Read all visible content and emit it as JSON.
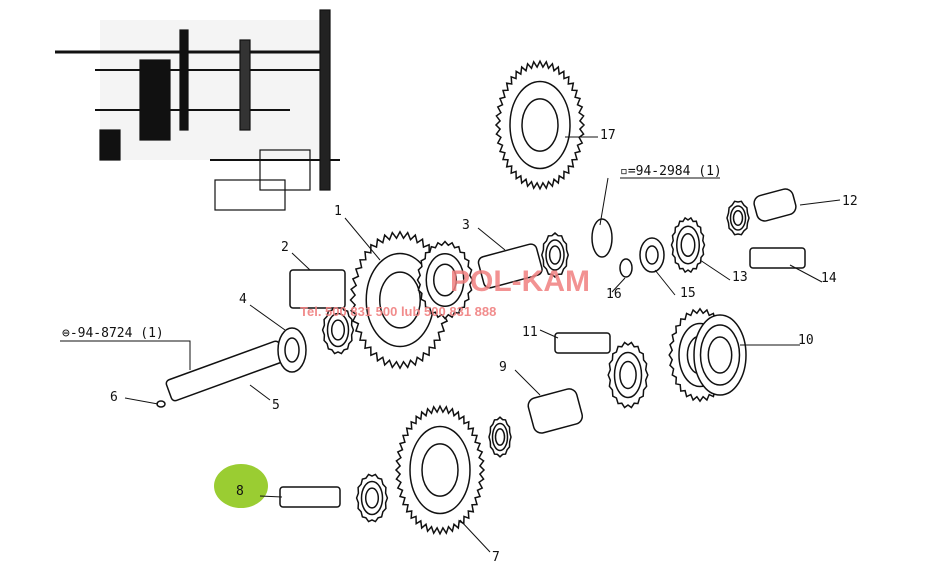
{
  "references": {
    "ring_ref": "▫=94-2984 (1)",
    "pin_ref": "⊜-94-8724 (1)"
  },
  "watermark": {
    "brand": "POL-KAM",
    "contact": "Tel. 500 831 500 lub 500 831 888"
  },
  "callouts": [
    "1",
    "2",
    "3",
    "4",
    "5",
    "6",
    "7",
    "8",
    "9",
    "10",
    "11",
    "12",
    "13",
    "14",
    "15",
    "16",
    "17"
  ],
  "highlight": {
    "part": "8",
    "color": "#9acd32"
  }
}
